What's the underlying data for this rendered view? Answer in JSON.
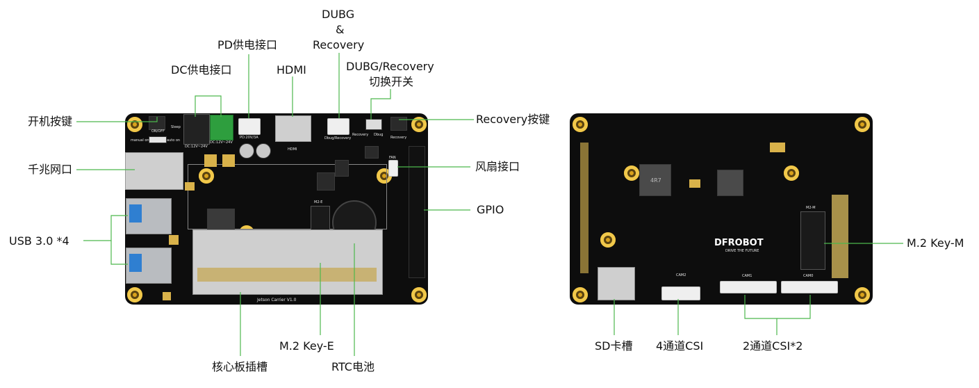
{
  "labels": {
    "power_button": "开机按键",
    "gigabit_lan": "千兆网口",
    "usb": "USB 3.0 *4",
    "dc_power": "DC供电接口",
    "pd_power": "PD供电接口",
    "hdmi": "HDMI",
    "debug_line1": "DUBG",
    "debug_line2": "&",
    "debug_line3": "Recovery",
    "switch_line1": "DUBG/Recovery",
    "switch_line2": "切换开关",
    "recovery_button": "Recovery按键",
    "fan": "风扇接口",
    "gpio": "GPIO",
    "m2_key_e": "M.2 Key-E",
    "rtc_battery": "RTC电池",
    "core_slot": "核心板插槽",
    "m2_key_m": "M.2 Key-M",
    "sd_slot": "SD卡槽",
    "csi4": "4通道CSI",
    "csi2x2": "2通道CSI*2"
  },
  "silkscreen": {
    "on_off": "ON/OFF",
    "sleep": "Sleep",
    "manual_on": "manual on",
    "auto_on": "auto on",
    "dc_rating": "DC:12V~24V",
    "pd_rating": "PD:20V/3A",
    "hdmi": "HDMI",
    "debug_recovery": "Dbug/Recovery",
    "recovery": "Recovery",
    "dbug": "Dbug",
    "fan": "FAN",
    "m2e": "M2-E",
    "carrier": "Jetson Carrier V1.0",
    "m2m": "M2-M",
    "brand": "DFROBOT",
    "slogan": "DRIVE THE FUTURE",
    "inductor": "4R7",
    "cam2": "CAM2",
    "cam1": "CAM1",
    "cam0": "CAM0"
  },
  "colors": {
    "board": "#0d0d0d",
    "leader": "#4cb84c",
    "mounting_hole": "#d9a21c",
    "usb_blue": "#2f7fd1",
    "terminal_green": "#2e9e3e"
  }
}
